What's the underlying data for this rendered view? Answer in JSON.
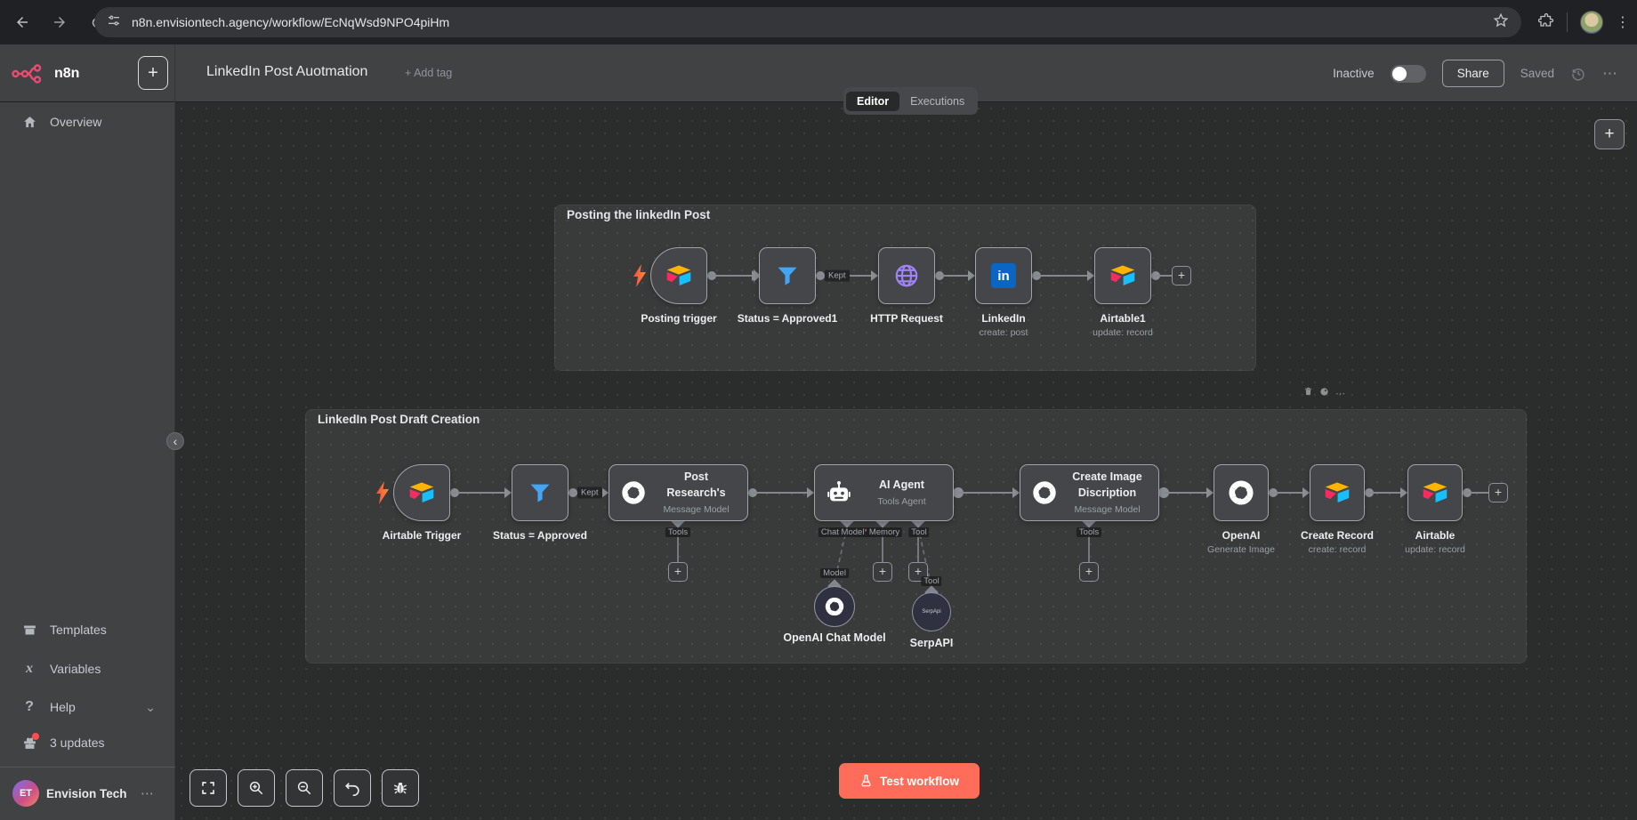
{
  "browser": {
    "url": "n8n.envisiontech.agency/workflow/EcNqWsd9NPO4piHm"
  },
  "sidebar": {
    "logo_text": "n8n",
    "overview": "Overview",
    "templates": "Templates",
    "variables": "Variables",
    "help": "Help",
    "updates": "3 updates",
    "workspace_name": "Envision Tech",
    "workspace_initials": "ET"
  },
  "header": {
    "title": "LinkedIn Post Auotmation",
    "add_tag": "+ Add tag",
    "activation_status": "Inactive",
    "share": "Share",
    "saved": "Saved"
  },
  "tabs": {
    "editor": "Editor",
    "executions": "Executions"
  },
  "canvas": {
    "groups": [
      {
        "title": "Posting the linkedIn Post",
        "edge_label": "Kept",
        "nodes": [
          {
            "name": "Posting trigger"
          },
          {
            "name": "Status = Approved1"
          },
          {
            "name": "HTTP Request"
          },
          {
            "name": "LinkedIn",
            "subtitle": "create: post"
          },
          {
            "name": "Airtable1",
            "subtitle": "update: record"
          }
        ]
      },
      {
        "title": "LinkedIn Post Draft Creation",
        "edge_label": "Kept",
        "nodes": [
          {
            "name": "Airtable Trigger"
          },
          {
            "name": "Status = Approved"
          },
          {
            "name": "Post Research's",
            "subtitle": "Message Model",
            "port": "Tools"
          },
          {
            "name": "AI Agent",
            "subtitle": "Tools Agent",
            "port_chat_model": "Chat Model",
            "required_mark": "*",
            "port_memory": "Memory",
            "port_tool": "Tool"
          },
          {
            "name": "Create Image Discription",
            "subtitle": "Message Model",
            "port": "Tools"
          },
          {
            "name": "OpenAI",
            "subtitle": "Generate Image"
          },
          {
            "name": "Create Record",
            "subtitle": "create: record"
          },
          {
            "name": "Airtable",
            "subtitle": "update: record"
          }
        ],
        "subnodes": [
          {
            "name": "OpenAI Chat Model",
            "port_label": "Model"
          },
          {
            "name": "SerpAPI",
            "inner_label": "SerpApi",
            "port_label": "Tool"
          }
        ]
      }
    ],
    "test_workflow": "Test workflow"
  },
  "glyphs": {
    "plus": "+",
    "more_h": "⋯",
    "more_v": "⋮",
    "chevron_left": "‹",
    "chevron_down": "⌄",
    "variables_icon": "x",
    "linkedin_icon": "in",
    "help_icon": "?"
  },
  "colors": {
    "accent": "#ea4b71",
    "test_button": "#ff6d5a",
    "linkedin": "#0a66c2",
    "filter": "#42a5f5",
    "http": "#a183f7",
    "airtable_yellow": "#fcb400",
    "airtable_red": "#f82b60",
    "airtable_cyan": "#18bfff",
    "update_badge": "#ff4d4f"
  }
}
